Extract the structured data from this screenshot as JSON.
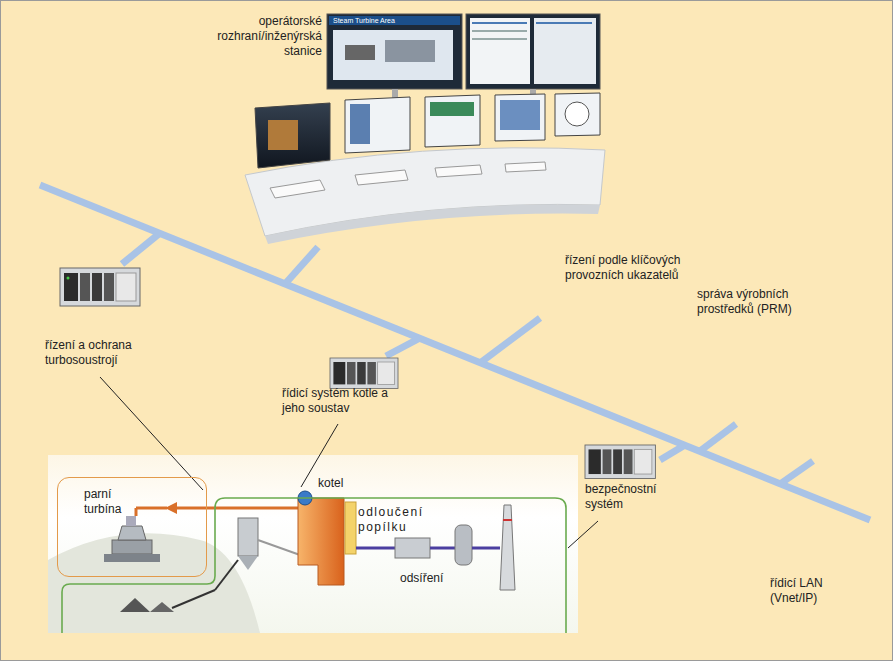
{
  "diagram": {
    "nodes": [
      {
        "text": [
          "parní turbína"
        ]
      },
      {
        "text": [
          "kotel",
          "odloučení popílku",
          "odsíření"
        ]
      }
    ],
    "labels": [
      "operátorské rozhraní/inženýrská stanice",
      "Steam Turbine Area",
      "řízení a ochrana turbosoustrojí",
      "řízení podle klíčových provozních ukazatelů",
      "správa výrobních prostředků (PRM)",
      "řídicí systém kotle a jeho soustav",
      "bezpečnostní systém",
      "řídicí LAN (Vnet/IP)"
    ]
  }
}
